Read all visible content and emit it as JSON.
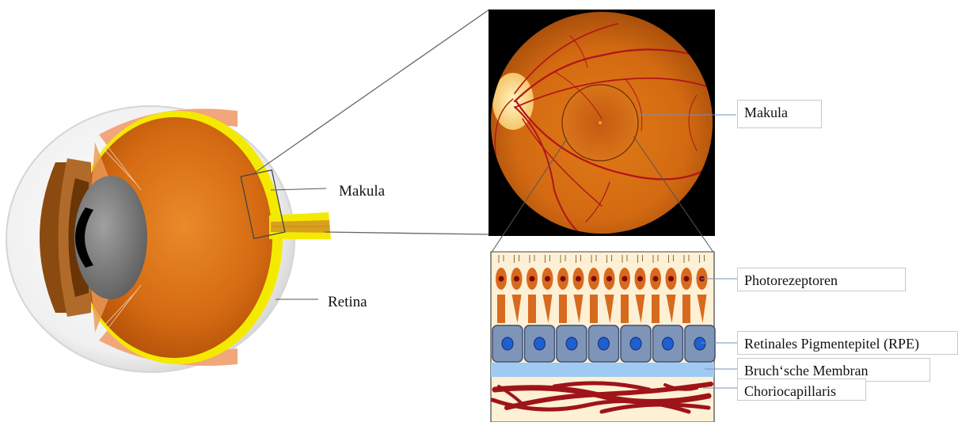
{
  "labels": {
    "eye_makula": "Makula",
    "eye_retina": "Retina",
    "fundus_makula": "Makula",
    "photoreceptors": "Photorezeptoren",
    "rpe": "Retinales Pigmentepitel (RPE)",
    "bruch": "Bruch‘sche Membran",
    "choriocapillaris": "Choriocapillaris"
  },
  "colors": {
    "eye_orange": "#e0761a",
    "retina_yellow": "#f4ea00",
    "fundus_background": "#000000",
    "vessel_red": "#b2141a",
    "photoreceptor_orange": "#d86a1e",
    "rpe_blue": "#7e95b8",
    "bruch_blue": "#9fcbf2",
    "capillary_red": "#9e1418"
  }
}
